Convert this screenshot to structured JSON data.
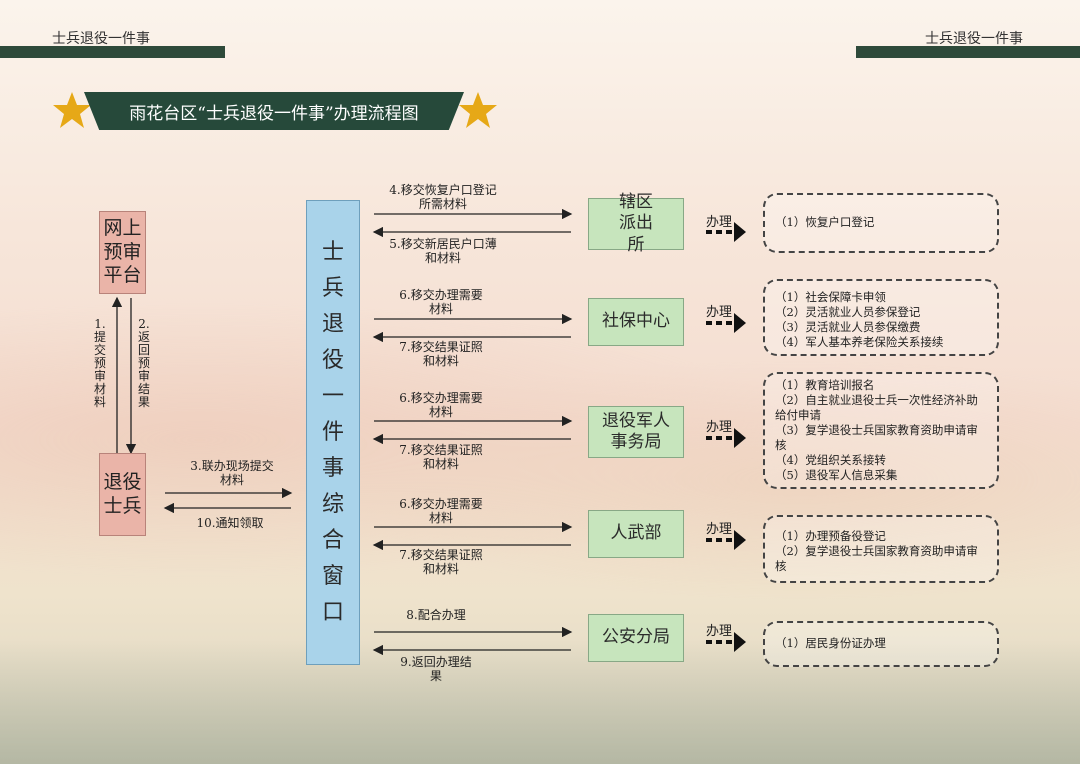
{
  "header": {
    "left": "士兵退役一件事",
    "right": "士兵退役一件事"
  },
  "title": "雨花台区“士兵退役一件事”办理流程图",
  "colors": {
    "dark_green": "#26493a",
    "star": "#e6a817",
    "pink": "#eab4a8",
    "blue": "#a9d3ea",
    "green": "#c7e5bd"
  },
  "nodes": {
    "online_platform": "网上预审平台",
    "veteran": "退役士兵",
    "window": "士兵退役一件事综合窗口",
    "police_station": "辖区派出所",
    "social_security": "社保中心",
    "veterans_affairs": "退役军人事务局",
    "armed_forces": "人武部",
    "public_security": "公安分局"
  },
  "edges": {
    "e1": "1.提交预审材料",
    "e2": "2.返回预审结果",
    "e3": "3.联办现场提交材料",
    "e10": "10.通知领取",
    "e4": "4.移交恢复户口登记所需材料",
    "e5": "5.移交新居民户口薄和材料",
    "e6a": "6.移交办理需要材料",
    "e7a": "7.移交结果证照和材料",
    "e6b": "6.移交办理需要材料",
    "e7b": "7.移交结果证照和材料",
    "e6c": "6.移交办理需要材料",
    "e7c": "7.移交结果证照和材料",
    "e8": "8.配合办理",
    "e9": "9.返回办理结果"
  },
  "handle_label": "办理",
  "results": {
    "police": [
      "（1）恢复户口登记"
    ],
    "social": [
      "（1）社会保障卡申领",
      "（2）灵活就业人员参保登记",
      "（3）灵活就业人员参保缴费",
      "（4）军人基本养老保险关系接续"
    ],
    "veterans": [
      "（1）教育培训报名",
      "（2）自主就业退役士兵一次性经济补助给付申请",
      "（3）复学退役士兵国家教育资助申请审核",
      "（4）党组织关系接转",
      "（5）退役军人信息采集"
    ],
    "armed": [
      "（1）办理预备役登记",
      "（2）复学退役士兵国家教育资助申请审核"
    ],
    "public": [
      "（1）居民身份证办理"
    ]
  }
}
